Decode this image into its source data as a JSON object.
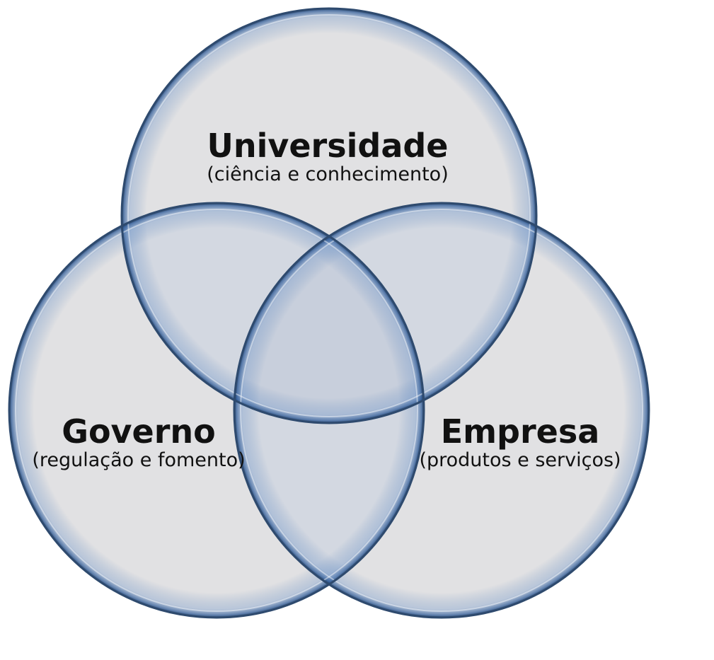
{
  "diagram": {
    "type": "venn",
    "sets": [
      {
        "id": "universidade",
        "title": "Universidade",
        "subtitle": "(ciência e conhecimento)",
        "position": "top"
      },
      {
        "id": "governo",
        "title": "Governo",
        "subtitle": "(regulação e fomento)",
        "position": "bottom-left"
      },
      {
        "id": "empresa",
        "title": "Empresa",
        "subtitle": "(produtos e serviços)",
        "position": "bottom-right"
      }
    ],
    "colors": {
      "fill": "#e1e1e3",
      "overlap_fill": "#cbd2de",
      "stroke": "#2e4a6e",
      "glow": "#4a78b4",
      "background": "#ffffff"
    }
  }
}
